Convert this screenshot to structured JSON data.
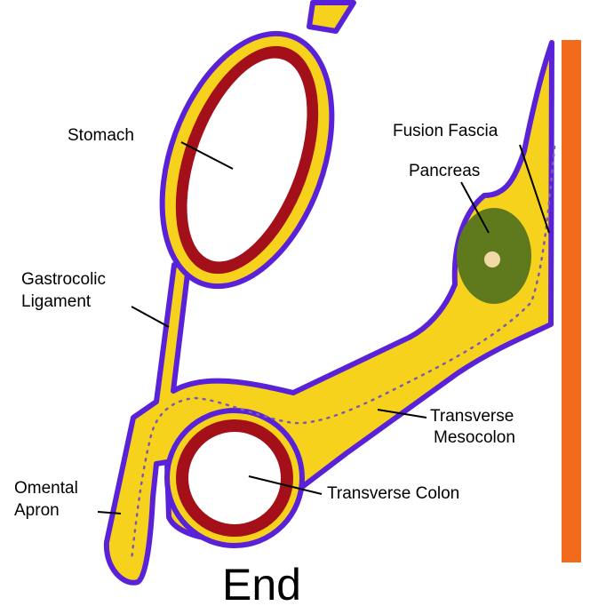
{
  "labels": {
    "stomach": "Stomach",
    "fusion_fascia": "Fusion Fascia",
    "pancreas": "Pancreas",
    "gastrocolic_line1": "Gastrocolic",
    "gastrocolic_line2": "Ligament",
    "transverse_mesocolon_line1": "Transverse",
    "transverse_mesocolon_line2": "Mesocolon",
    "omental_line1": "Omental",
    "omental_line2": "Apron",
    "transverse_colon": "Transverse Colon"
  },
  "caption": "End",
  "colors": {
    "peritoneum_fill": "#F6D21C",
    "membrane_outline": "#5A22D8",
    "organ_wall": "#A4101A",
    "pancreas": "#5E7A1C",
    "pancreatic_duct": "#F4D9A8",
    "posterior_wall": "#F26A1C",
    "fusion_dots": "#7A5AB0"
  }
}
